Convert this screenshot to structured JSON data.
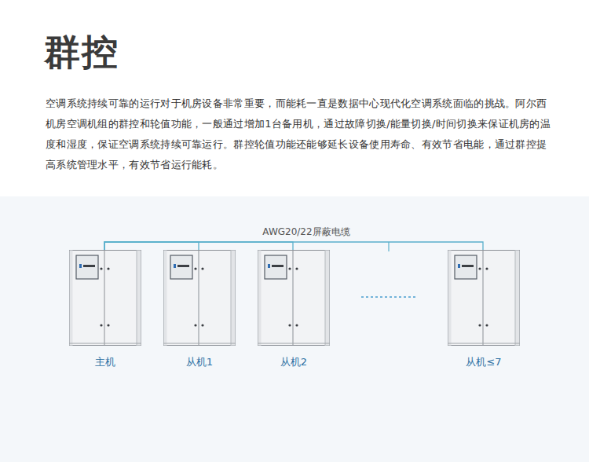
{
  "diagram": {
    "title": "群控",
    "nodes": [
      {
        "text": [
          "主机"
        ]
      },
      {
        "text": [
          "从机1"
        ]
      },
      {
        "text": [
          "从机2"
        ]
      },
      {
        "text": [
          "从机≤7"
        ]
      }
    ],
    "edges": [
      {
        "from": 0,
        "to": 1,
        "arrow": "none"
      },
      {
        "from": 0,
        "to": 2,
        "arrow": "none"
      },
      {
        "from": 0,
        "to": 3,
        "arrow": "none"
      }
    ],
    "labels": [
      "空调系统持续可靠的运行对于机房设备非常重要，而能耗一直是数据中心现代化空调系统面临的挑战。阿尔西机房空调机组的群控和轮值功能，一般通过增加1台备用机，通过故障切换/能量切换/时间切换来保证机房的温度和湿度，保证空调系统持续可靠运行。群控轮值功能还能够延长设备使用寿命、有效节省电能，通过群控提高系统管理水平，有效节省运行能耗。",
      "AWG20/22屏蔽电缆"
    ]
  }
}
